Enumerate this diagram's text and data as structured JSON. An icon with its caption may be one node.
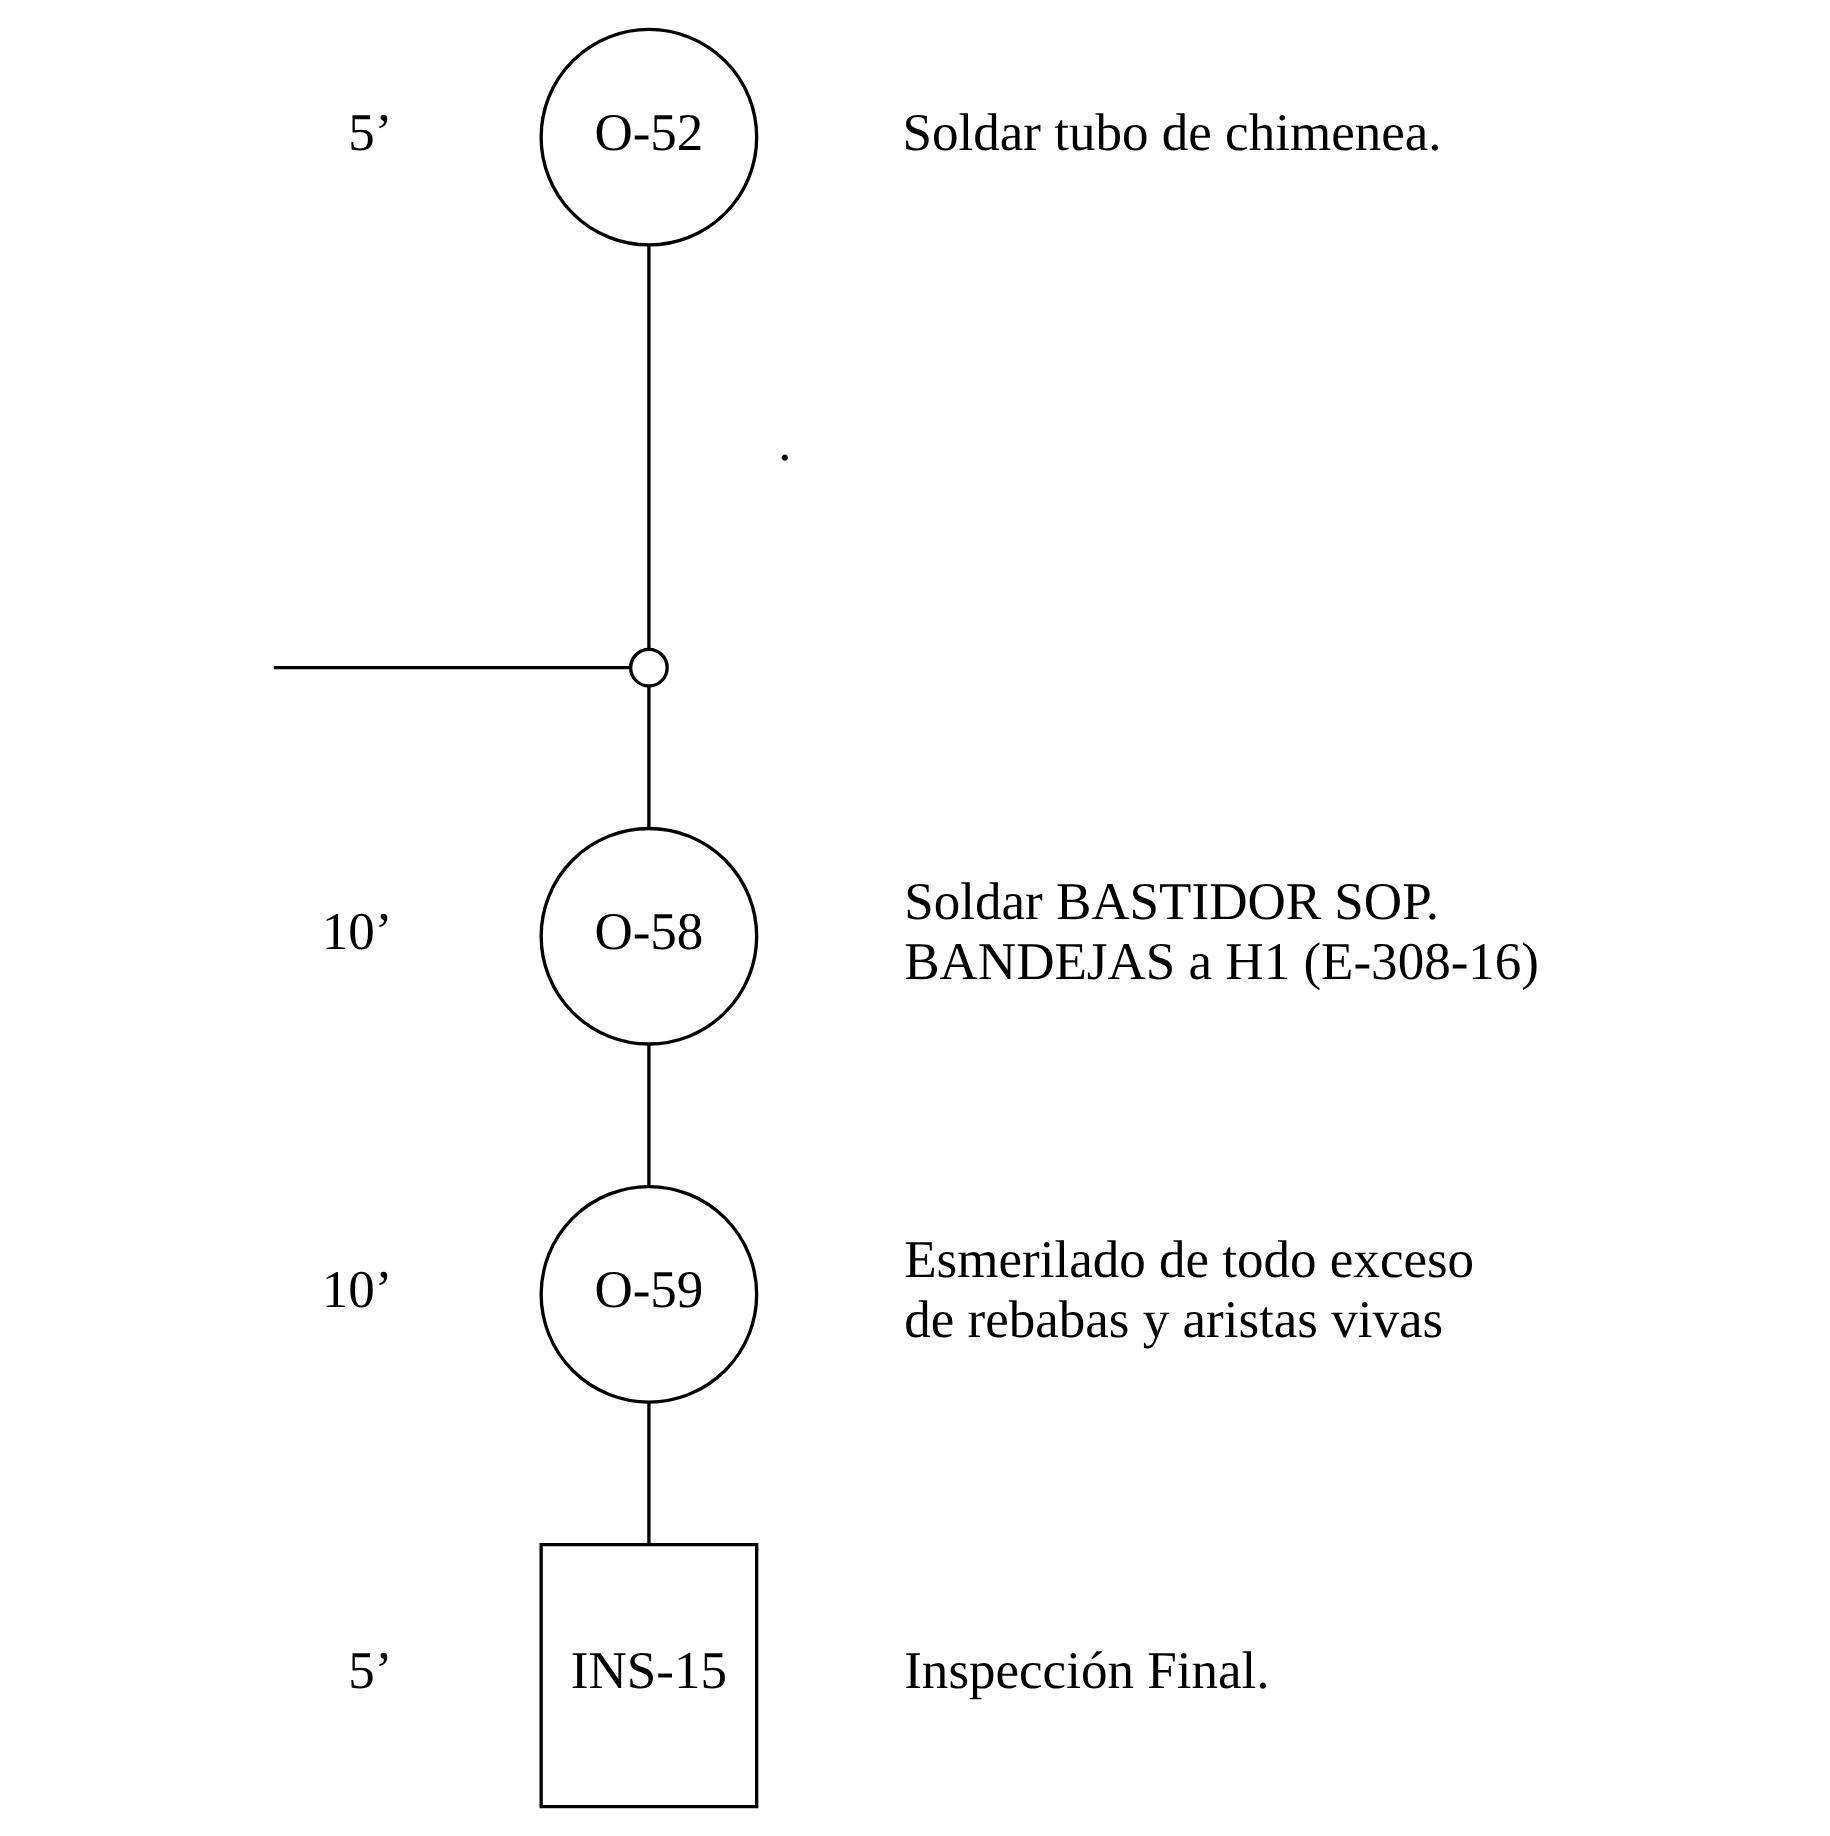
{
  "diagram": {
    "nodes": [
      {
        "text": [
          "O-52"
        ],
        "beside": [
          "5’",
          "Soldar tubo de chimenea."
        ]
      },
      {
        "text": [],
        "shape": "circle"
      },
      {
        "text": [
          "O-58"
        ],
        "beside": [
          "10’",
          "Soldar BASTIDOR SOP. BANDEJAS a H1 (E-308-16)"
        ]
      },
      {
        "text": [
          "O-59"
        ],
        "beside": [
          "10’",
          "Esmerilado de todo exceso de rebabas y aristas vivas"
        ]
      },
      {
        "text": [
          "INS-15"
        ],
        "beside": [
          "5’",
          "Inspección Final."
        ]
      }
    ],
    "edges": [
      {
        "from": 0,
        "to": 1,
        "arrow": "none"
      },
      {
        "from": null,
        "to": 1,
        "arrow": "none"
      },
      {
        "from": 1,
        "to": 2,
        "arrow": "none"
      },
      {
        "from": 2,
        "to": 3,
        "arrow": "none"
      },
      {
        "from": 3,
        "to": 4,
        "arrow": "none"
      }
    ],
    "labels": [
      "."
    ]
  }
}
